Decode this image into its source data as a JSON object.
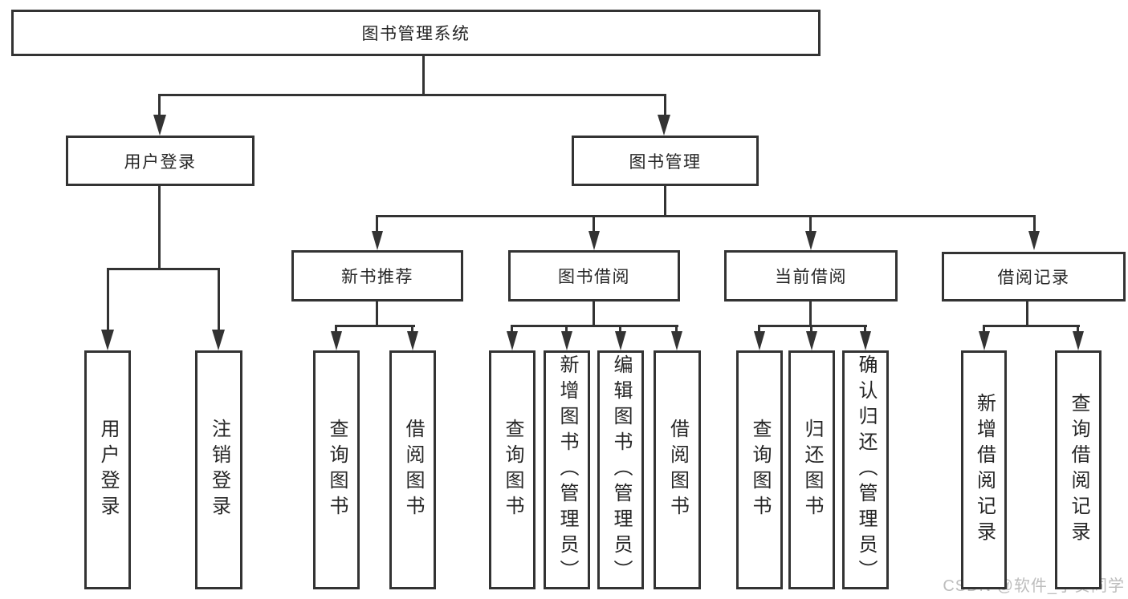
{
  "root": {
    "label": "图书管理系统"
  },
  "branches": {
    "user_login": {
      "label": "用户登录",
      "children": [
        {
          "label": "用户登录"
        },
        {
          "label": "注销登录"
        }
      ]
    },
    "book_mgmt": {
      "label": "图书管理",
      "children": [
        {
          "label": "新书推荐",
          "children": [
            {
              "label": "查询图书"
            },
            {
              "label": "借阅图书"
            }
          ]
        },
        {
          "label": "图书借阅",
          "children": [
            {
              "label": "查询图书"
            },
            {
              "label": "新增图书（管理员）"
            },
            {
              "label": "编辑图书（管理员）"
            },
            {
              "label": "借阅图书"
            }
          ]
        },
        {
          "label": "当前借阅",
          "children": [
            {
              "label": "查询图书"
            },
            {
              "label": "归还图书"
            },
            {
              "label": "确认归还（管理员）"
            }
          ]
        },
        {
          "label": "借阅记录",
          "children": [
            {
              "label": "新增借阅记录"
            },
            {
              "label": "查询借阅记录"
            }
          ]
        }
      ]
    }
  },
  "watermark": {
    "text": "CSDN @软件_小贺同学",
    "color": "#bdbdbd"
  },
  "colors": {
    "line": "#333333",
    "text": "#262626",
    "background": "#ffffff"
  }
}
